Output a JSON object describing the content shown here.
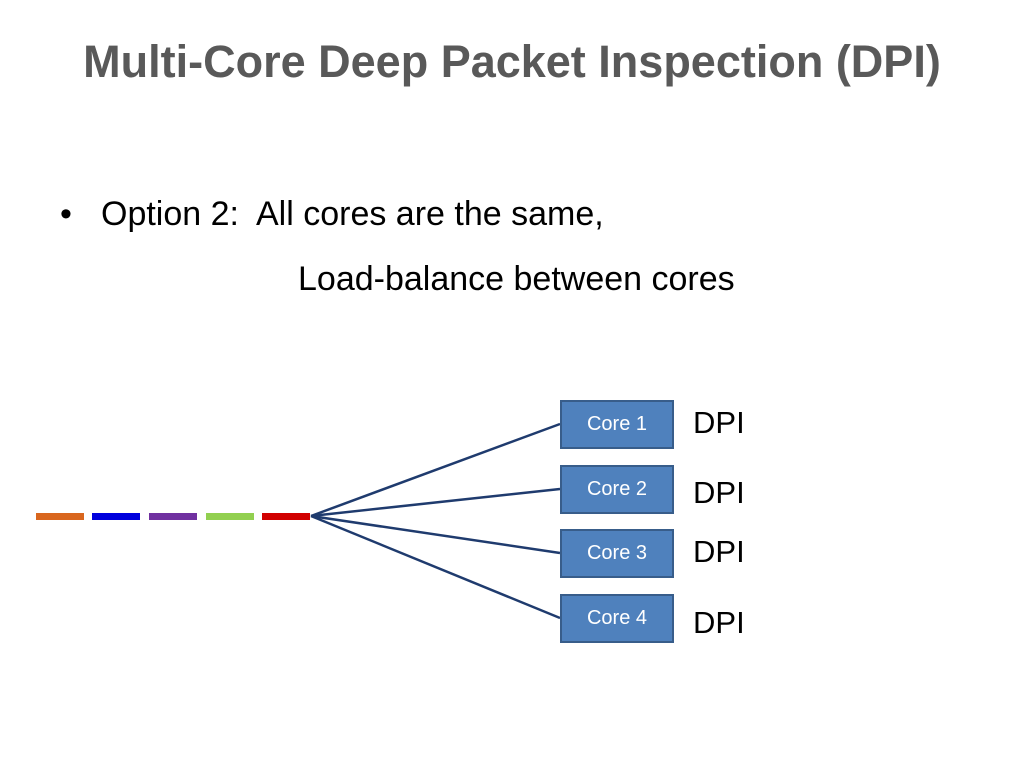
{
  "slide": {
    "title": "Multi-Core Deep Packet Inspection (DPI)",
    "bullet_marker": "•",
    "bullet_line1": "Option 2:  All cores are the same,",
    "bullet_line2": "Load-balance between cores"
  },
  "diagram": {
    "packets": [
      {
        "color": "#d9661e"
      },
      {
        "color": "#0000dd"
      },
      {
        "color": "#7030a0"
      },
      {
        "color": "#92d050"
      },
      {
        "color": "#d10000"
      }
    ],
    "line_color": "#1f3b6e",
    "core_fill": "#4f81bd",
    "core_border": "#385d8a",
    "cores": [
      {
        "label": "Core 1",
        "tag": "DPI"
      },
      {
        "label": "Core 2",
        "tag": "DPI"
      },
      {
        "label": "Core 3",
        "tag": "DPI"
      },
      {
        "label": "Core 4",
        "tag": "DPI"
      }
    ]
  }
}
